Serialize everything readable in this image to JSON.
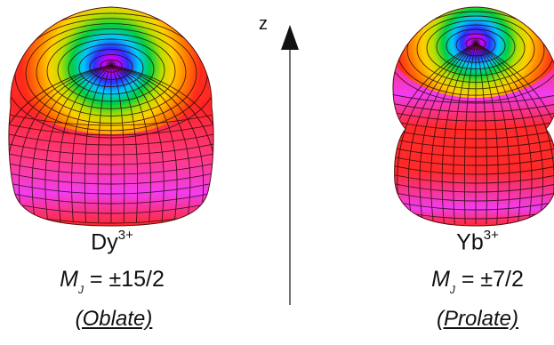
{
  "axis": {
    "label": "z"
  },
  "ions": [
    {
      "name": "Dy",
      "charge": "3+",
      "mj_symbol": "M",
      "mj_subscript": "J",
      "mj_value": "= ±15/2",
      "shape": "(Oblate)"
    },
    {
      "name": "Yb",
      "charge": "3+",
      "mj_symbol": "M",
      "mj_subscript": "J",
      "mj_value": "= ±7/2",
      "shape": "(Prolate)"
    }
  ],
  "colors": {
    "pole": "#1a1a1a",
    "ring_sequence": [
      "#d400ff",
      "#2a30ff",
      "#00c8ff",
      "#00d040",
      "#b8e000",
      "#ffd000",
      "#ff8000",
      "#ff2a1a"
    ],
    "body_red": "#ff2a2a",
    "body_magenta": "#f23cf0",
    "grid_line": "#2a0a0a"
  }
}
